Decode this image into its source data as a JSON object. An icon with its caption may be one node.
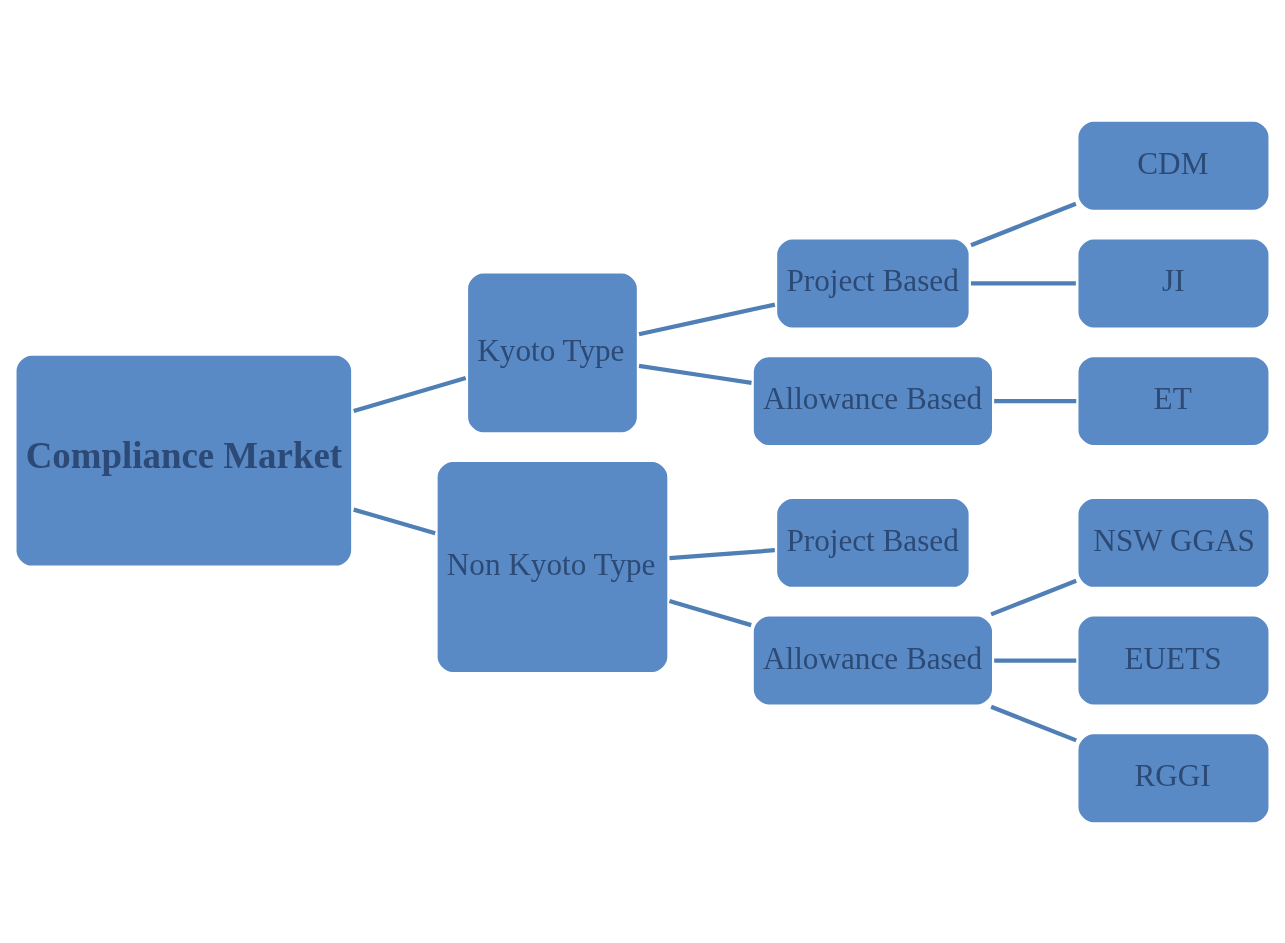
{
  "diagram": {
    "nodes": [
      {
        "text": [
          "Compliance Market"
        ]
      },
      {
        "text": [
          "Kyoto Type"
        ]
      },
      {
        "text": [
          "Non Kyoto Type"
        ]
      },
      {
        "text": [
          "Project Based"
        ]
      },
      {
        "text": [
          "Allowance Based"
        ]
      },
      {
        "text": [
          "CDM"
        ]
      },
      {
        "text": [
          "JI"
        ]
      },
      {
        "text": [
          "ET"
        ]
      },
      {
        "text": [
          "Project Based"
        ]
      },
      {
        "text": [
          "Allowance Based"
        ]
      },
      {
        "text": [
          "NSW GGAS"
        ]
      },
      {
        "text": [
          "EUETS"
        ]
      },
      {
        "text": [
          "RGGI"
        ]
      }
    ],
    "edges": [
      {
        "from": 0,
        "to": 1,
        "arrow": "none"
      },
      {
        "from": 0,
        "to": 2,
        "arrow": "none"
      },
      {
        "from": 1,
        "to": 3,
        "arrow": "none"
      },
      {
        "from": 1,
        "to": 4,
        "arrow": "none"
      },
      {
        "from": 3,
        "to": 5,
        "arrow": "none"
      },
      {
        "from": 3,
        "to": 6,
        "arrow": "none"
      },
      {
        "from": 4,
        "to": 7,
        "arrow": "none"
      },
      {
        "from": 2,
        "to": 8,
        "arrow": "none"
      },
      {
        "from": 2,
        "to": 9,
        "arrow": "none"
      },
      {
        "from": 9,
        "to": 10,
        "arrow": "none"
      },
      {
        "from": 9,
        "to": 11,
        "arrow": "none"
      },
      {
        "from": 9,
        "to": 12,
        "arrow": "none"
      }
    ]
  }
}
